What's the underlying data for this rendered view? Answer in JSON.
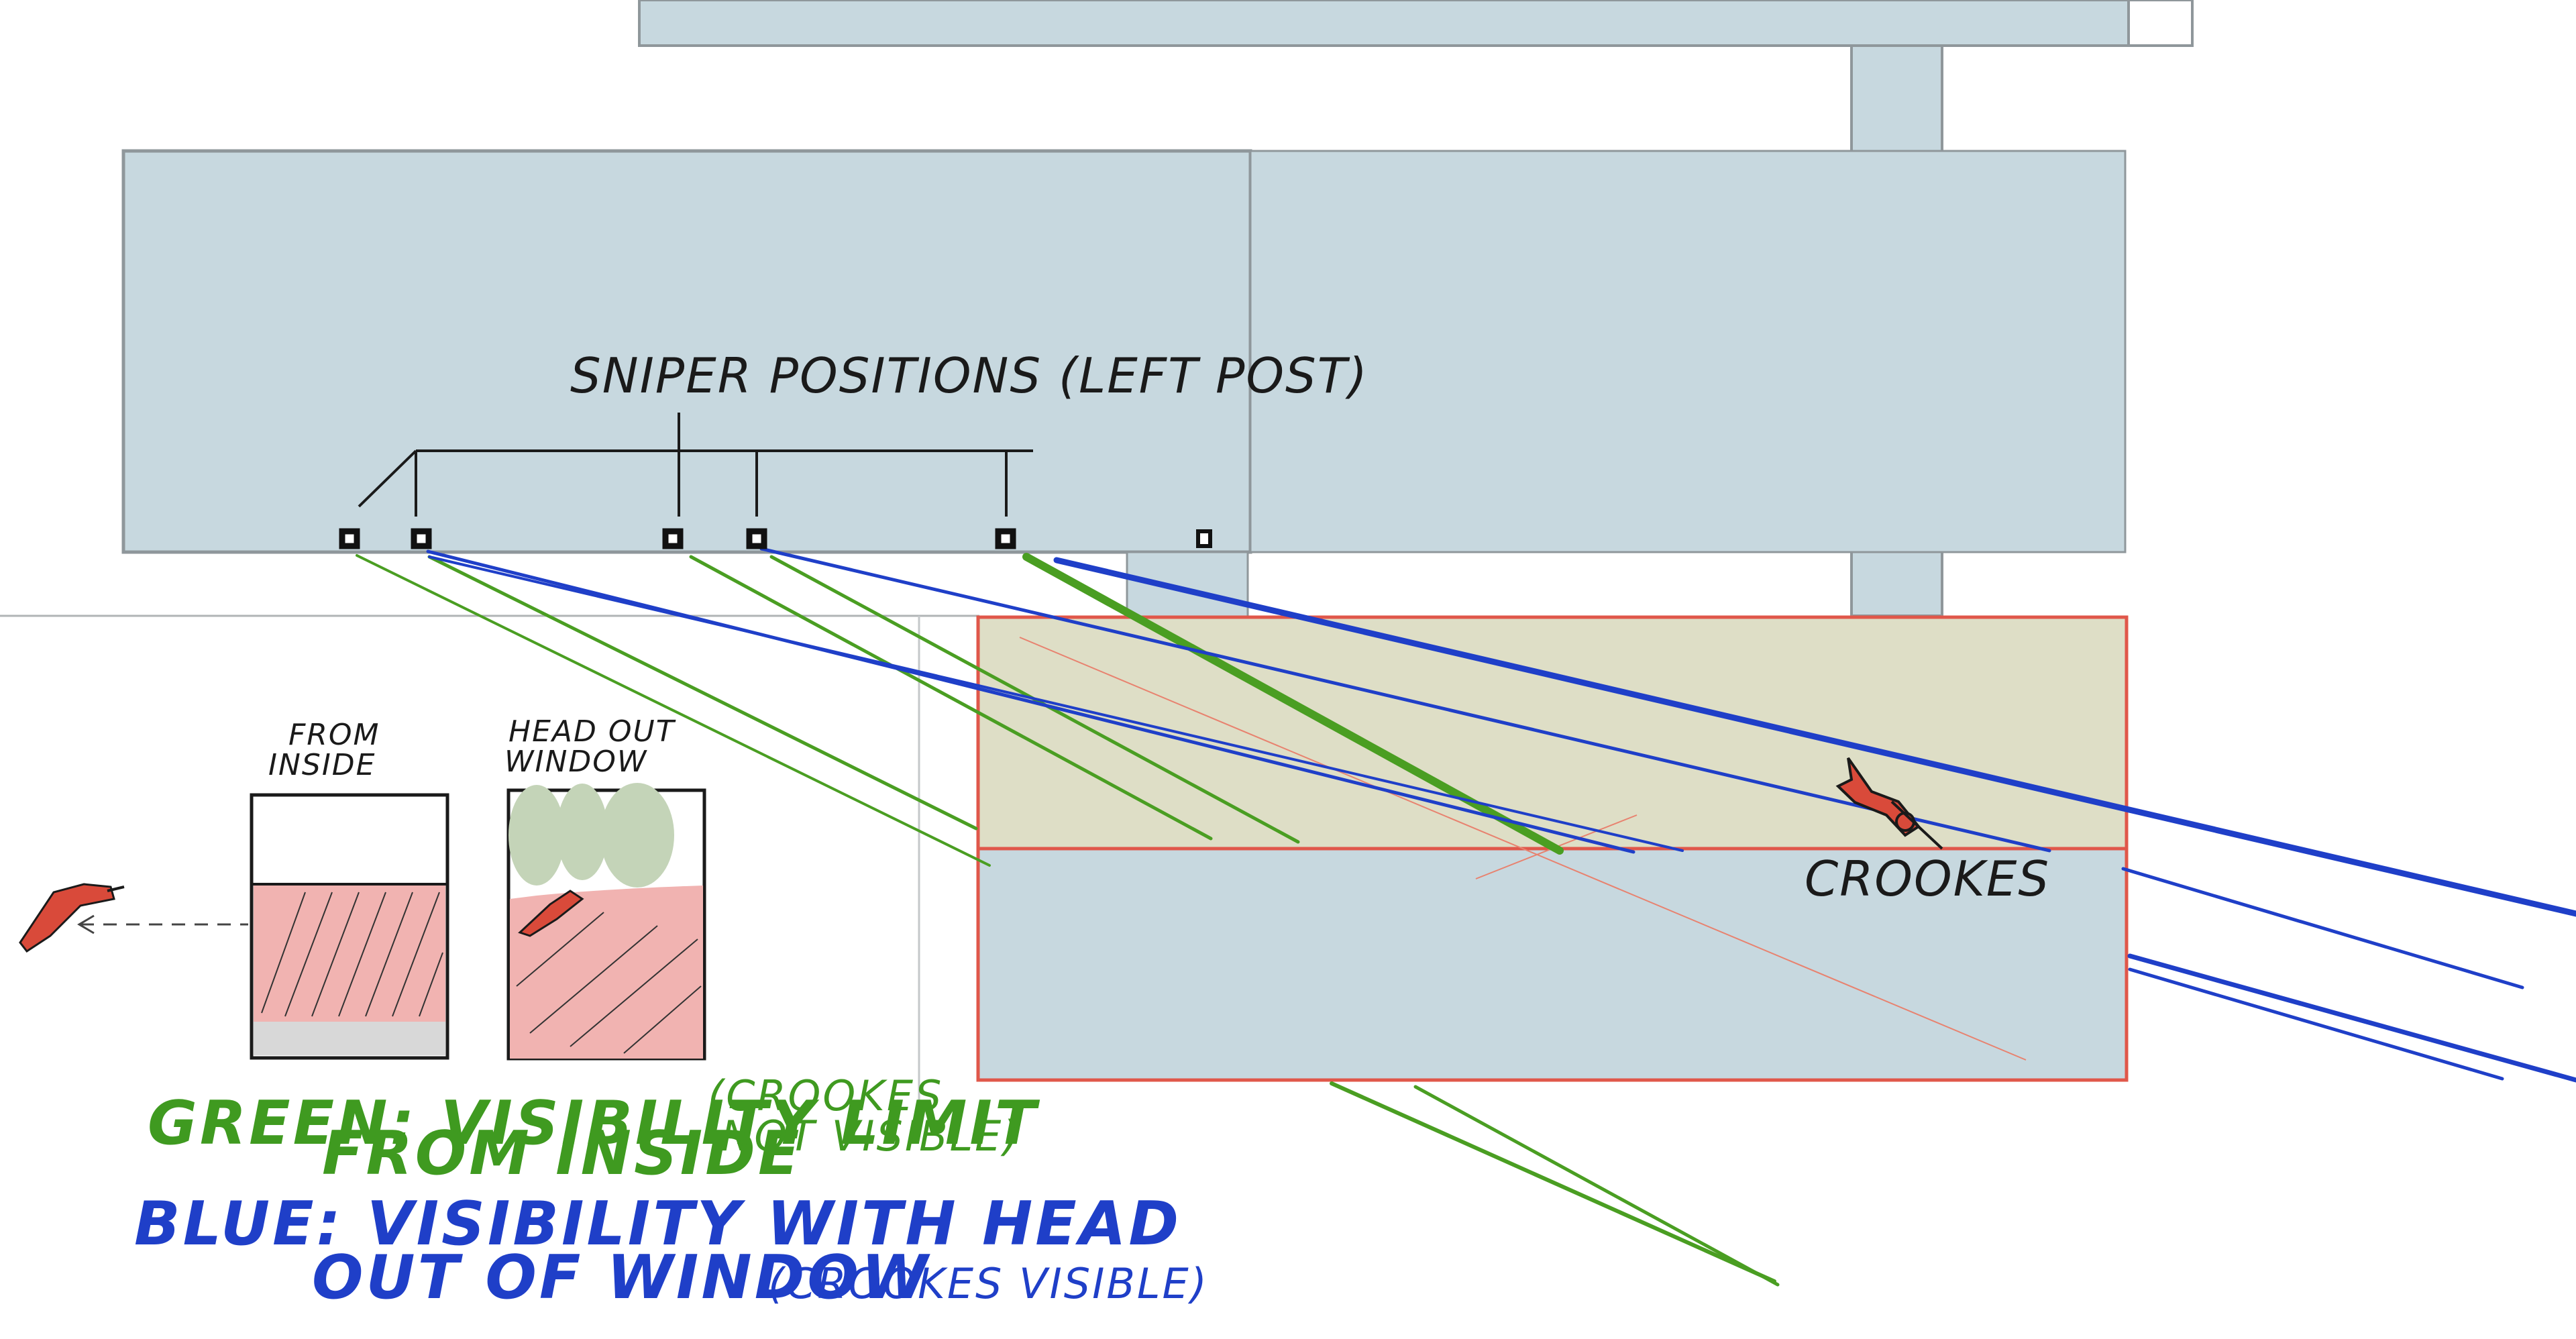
{
  "labels": {
    "sniper_title": "SNIPER POSITIONS (LEFT POST)",
    "from_inside": [
      "FROM",
      "INSIDE"
    ],
    "head_out": [
      "HEAD OUT",
      "WINDOW"
    ],
    "crookes": "CROOKES",
    "green_title": "GREEN: VISIBILITY LIMIT",
    "green_sub": "FROM INSIDE",
    "green_note": [
      "(CROOKES",
      "NOT VISIBLE)"
    ],
    "blue_title": "BLUE: VISIBILITY WITH HEAD",
    "blue_sub": "OUT OF WINDOW",
    "blue_note": "(CROOKES VISIBLE)"
  },
  "colors": {
    "building": "#c7d8df",
    "building_edge": "#8f979b",
    "target_upper": "#dedec6",
    "target_border": "#e0574a",
    "green_line": "#4a9e22",
    "blue_line": "#1f3fc8",
    "pink_fill": "#f1b3b1",
    "figure_red": "#d94a3a"
  },
  "icons": {
    "sniper_marker": "small-square-icon",
    "crookes_figure": "running-figure-icon",
    "sniper_figure": "prone-sniper-icon"
  }
}
